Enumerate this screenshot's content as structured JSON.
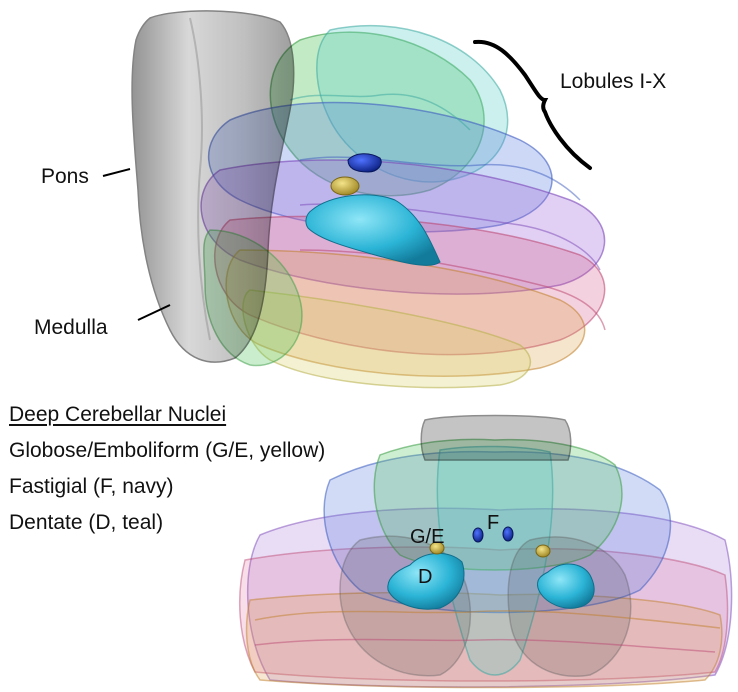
{
  "labels": {
    "pons": "Pons",
    "medulla": "Medulla",
    "lobules": "Lobules I-X"
  },
  "legend": {
    "heading": "Deep Cerebellar Nuclei",
    "items": [
      "Globose/Emboliform (G/E, yellow)",
      "Fastigial (F, navy)",
      "Dentate (D, teal)"
    ]
  },
  "nuclei_labels": {
    "globose_emboliform": "G/E",
    "fastigial": "F",
    "dentate": "D"
  },
  "colors": {
    "brainstem": "#b9b9b9",
    "globose_emboliform": "#c8b13a",
    "fastigial": "#1d3fb8",
    "dentate": "#29b6d8",
    "lobule_colors": [
      "#4fc25a",
      "#5fd0c8",
      "#5a7fe0",
      "#9a64d8",
      "#d85a8a",
      "#e0a04a",
      "#d8d06a"
    ]
  }
}
